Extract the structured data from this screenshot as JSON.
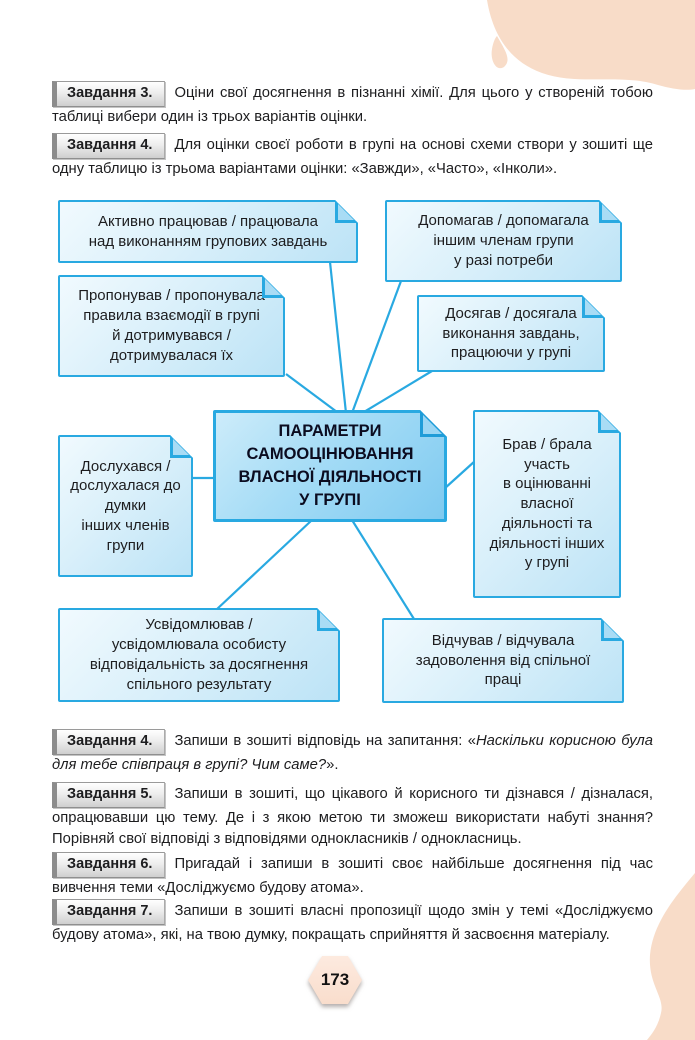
{
  "page": {
    "number": "173"
  },
  "colors": {
    "accent_blue": "#29a9e1",
    "peach": "#f8dcc8"
  },
  "tasks_top": [
    {
      "label": "Завдання 3.",
      "text": "Оціни свої досягнення в пізнанні хімії. Для цього у створеній тобою таблиці вибери один із трьох варіантів оцінки."
    },
    {
      "label": "Завдання 4.",
      "text": "Для оцінки своєї роботи в групі на основі схеми створи у зошиті ще одну таблицю із трьома варіантами оцінки: «Завжди», «Часто», «Інколи»."
    }
  ],
  "tasks_bottom": [
    {
      "label": "Завдання 4.",
      "text_before": "Запиши в зошиті відповідь на запитання: «",
      "text_italic": "Наскільки корисною була для тебе співпраця в групі? Чим саме?",
      "text_after": "»."
    },
    {
      "label": "Завдання 5.",
      "text": "Запиши в зошиті, що цікавого й корисного ти дізнався / дізналася, опрацювавши цю тему. Де і з якою метою ти зможеш використати набуті знання? Порівняй свої відповіді з відповідями однокласників / однокласниць."
    },
    {
      "label": "Завдання 6.",
      "text": "Пригадай і запиши в зошиті своє найбільше досягнення під час вивчення теми «Досліджуємо будову атома»."
    },
    {
      "label": "Завдання 7.",
      "text": "Запиши в зошиті власні пропозиції щодо змін у темі «Досліджуємо будову атома», які, на твою думку, покращать сприйняття й засвоєння матеріалу."
    }
  ],
  "diagram": {
    "center": "ПАРАМЕТРИ\nСАМООЦІНЮВАННЯ\nВЛАСНОЇ ДІЯЛЬНОСТІ\nУ ГРУПІ",
    "nodes": [
      {
        "id": "active",
        "text": "Активно працював / працювала\nнад виконанням групових завдань"
      },
      {
        "id": "proposed",
        "text": "Пропонував / пропонувала\nправила взаємодії в групі\nй дотримувався /\nдотримувалася їх"
      },
      {
        "id": "helped",
        "text": "Допомагав / допомагала\nіншим членам групи\nу разі потреби"
      },
      {
        "id": "achieved",
        "text": "Досягав / досягала\nвиконання завдань,\nпрацюючи у групі"
      },
      {
        "id": "listened",
        "text": "Дослухався /\nдослухалася до\nдумки\nінших членів\nгрупи"
      },
      {
        "id": "participated",
        "text": "Брав / брала\nучасть\nв оцінюванні\nвласної\nдіяльності та\nдіяльності інших\nу групі"
      },
      {
        "id": "aware",
        "text": "Усвідомлював /\nусвідомлювала особисту\nвідповідальність за досягнення\nспільного результату"
      },
      {
        "id": "felt",
        "text": "Відчував / відчувала\nзадоволення від спільної\nпраці"
      }
    ]
  }
}
